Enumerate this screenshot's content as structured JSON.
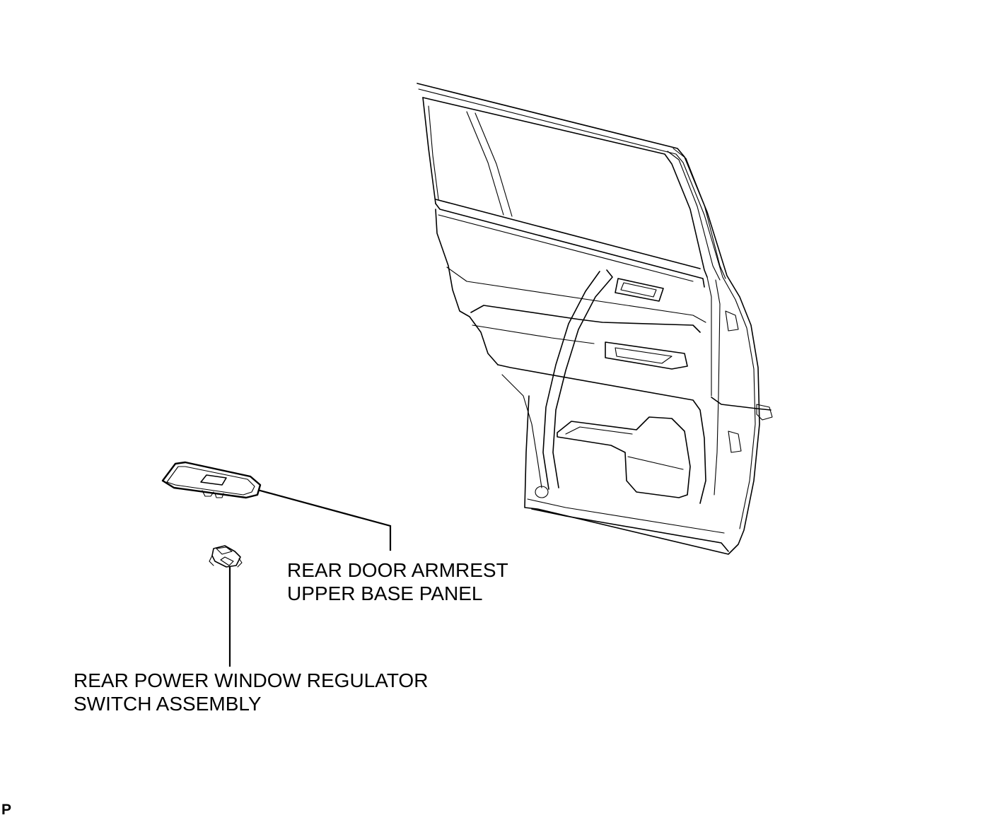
{
  "callouts": {
    "armrest_panel": {
      "line1": "REAR DOOR ARMREST",
      "line2": "UPPER BASE PANEL"
    },
    "switch_assembly": {
      "line1": "REAR POWER WINDOW REGULATOR",
      "line2": "SWITCH ASSEMBLY"
    }
  },
  "corner_mark": "P",
  "colors": {
    "line": "#000000",
    "background": "#ffffff"
  }
}
